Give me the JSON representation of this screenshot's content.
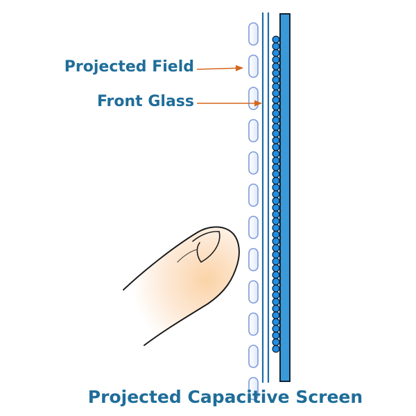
{
  "labels": {
    "projected_field": "Projected Field",
    "front_glass": "Front Glass",
    "caption": "Projected Capacitive Screen"
  },
  "colors": {
    "label_text": "#1f6d99",
    "arrow": "#d4661b",
    "glass_line": "#1e6aa6",
    "sensor_fill": "#3a9ad9",
    "electrode_fill": "#1d8fe6",
    "field_fill": "#eef4ff",
    "field_stroke": "#7d9ad8",
    "finger_skin": "#fbe0c4"
  },
  "icons": {
    "finger": "finger-icon",
    "field_loop": "field-loop-icon",
    "electrode": "electrode-icon"
  }
}
